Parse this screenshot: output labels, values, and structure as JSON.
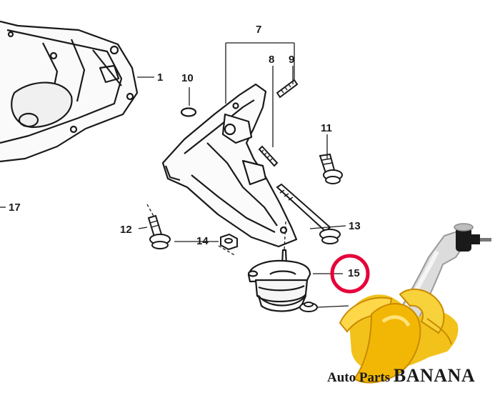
{
  "callouts": {
    "c1": "1",
    "c7": "7",
    "c8": "8",
    "c9": "9",
    "c10": "10",
    "c11": "11",
    "c12": "12",
    "c13": "13",
    "c14": "14",
    "c15": "15",
    "c17": "17"
  },
  "highlight": {
    "target": "15",
    "color": "#e6003a"
  },
  "watermark": {
    "brand_part1": "Auto Parts ",
    "brand_part2": "BANANA"
  },
  "colors": {
    "ink": "#1a1a1a",
    "banana": "#f2c21b",
    "banana_dark": "#c98a00",
    "arm": "#d9d9d9"
  }
}
